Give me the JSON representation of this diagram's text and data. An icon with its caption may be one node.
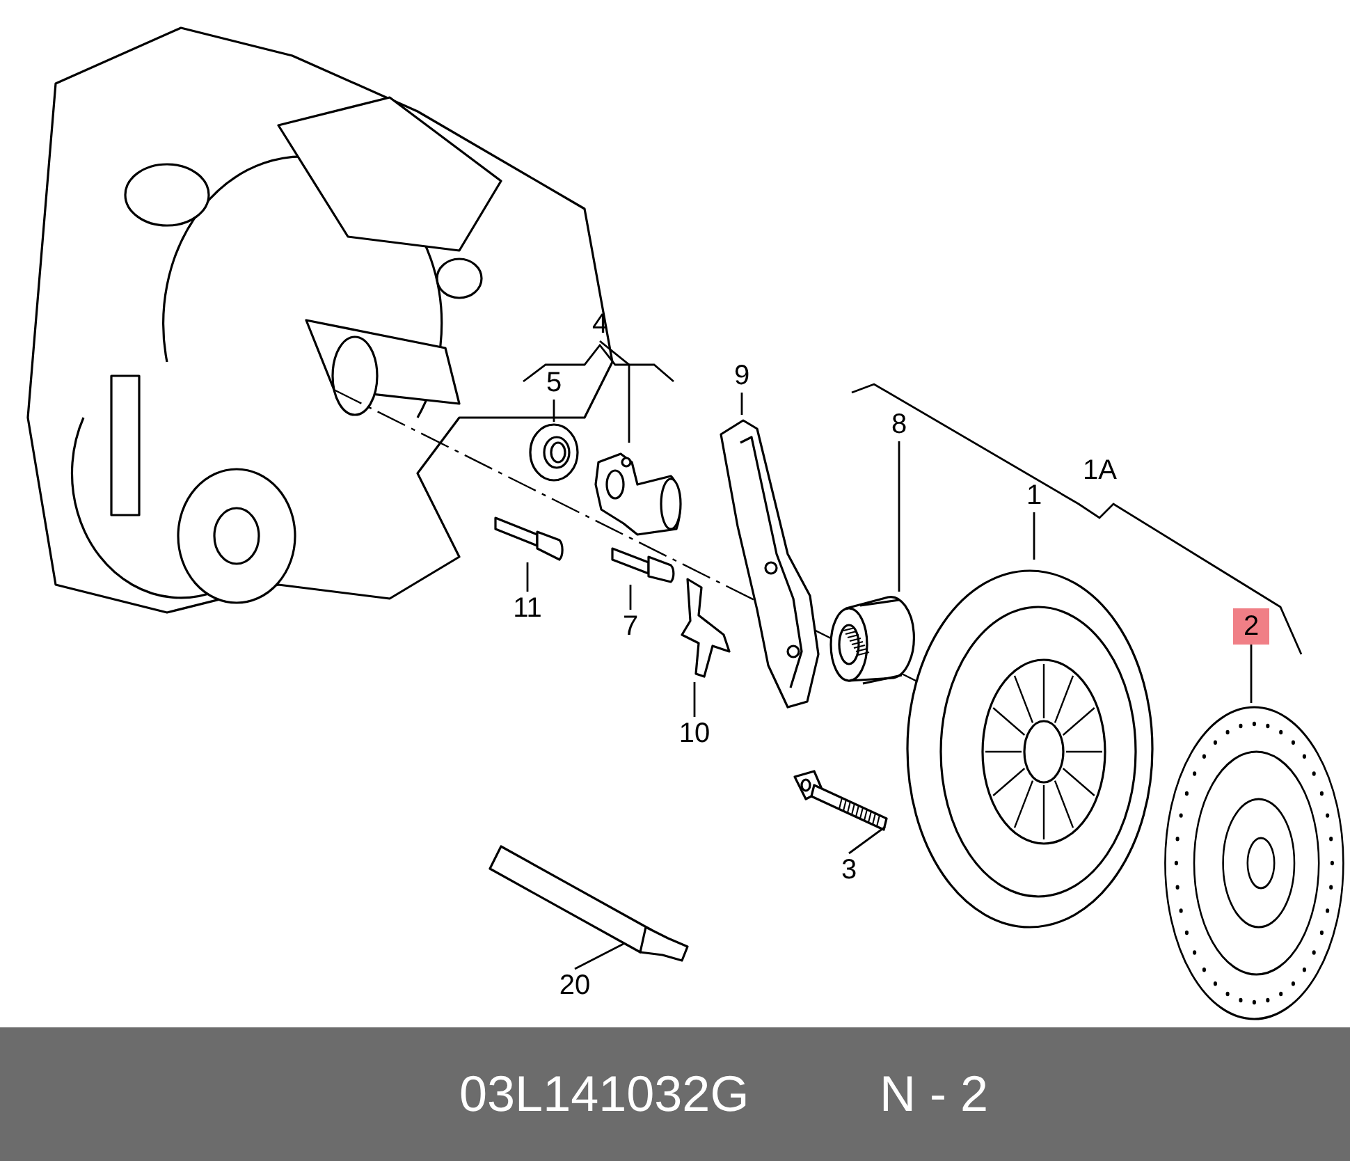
{
  "diagram": {
    "nodes": [
      {
        "text": [
          "4"
        ]
      },
      {
        "text": [],
        "shape": "picture"
      },
      {
        "text": [
          "5"
        ]
      },
      {
        "text": [],
        "shape": "picture"
      },
      {
        "text": [
          "9"
        ]
      },
      {
        "text": [],
        "shape": "picture"
      },
      {
        "text": [
          "8"
        ]
      },
      {
        "text": [],
        "shape": "picture"
      },
      {
        "text": [
          "1"
        ]
      },
      {
        "text": [],
        "shape": "picture"
      },
      {
        "text": [
          "2"
        ]
      },
      {
        "text": [],
        "shape": "picture"
      },
      {
        "text": [
          "11"
        ]
      },
      {
        "text": [],
        "shape": "picture"
      },
      {
        "text": [
          "7"
        ]
      },
      {
        "text": [],
        "shape": "picture"
      },
      {
        "text": [
          "10"
        ]
      },
      {
        "text": [],
        "shape": "picture"
      },
      {
        "text": [
          "3"
        ]
      },
      {
        "text": [],
        "shape": "picture"
      },
      {
        "text": [
          "20"
        ]
      },
      {
        "text": [],
        "shape": "picture"
      }
    ],
    "edges": [
      {
        "from": 0,
        "to": 1,
        "arrow": "none"
      },
      {
        "from": 2,
        "to": 3,
        "arrow": "none"
      },
      {
        "from": 4,
        "to": 5,
        "arrow": "none"
      },
      {
        "from": 6,
        "to": 7,
        "arrow": "none"
      },
      {
        "from": 8,
        "to": 9,
        "arrow": "none"
      },
      {
        "from": 10,
        "to": 11,
        "arrow": "none"
      },
      {
        "from": 12,
        "to": 13,
        "arrow": "none"
      },
      {
        "from": 14,
        "to": 15,
        "arrow": "none"
      },
      {
        "from": 16,
        "to": 17,
        "arrow": "none"
      },
      {
        "from": 18,
        "to": 19,
        "arrow": "none"
      },
      {
        "from": 20,
        "to": 21,
        "arrow": "none"
      }
    ],
    "labels": [
      "1A",
      "03L141032G",
      "N - 2"
    ]
  }
}
